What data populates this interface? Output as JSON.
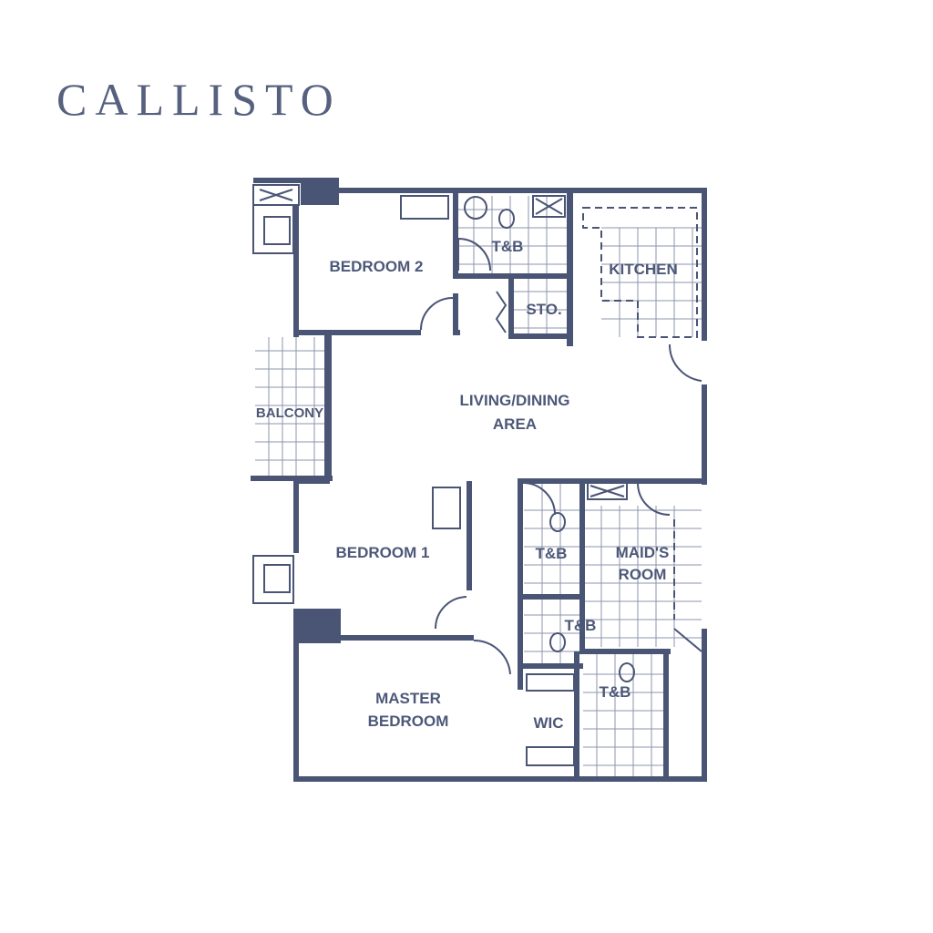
{
  "brand": {
    "logo": "CALLISTO"
  },
  "floor_plan": {
    "rooms": {
      "bedroom_2": "BEDROOM 2",
      "tb_1": "T&B",
      "sto": "STO.",
      "kitchen": "KITCHEN",
      "living_1": "LIVING/DINING",
      "living_2": "AREA",
      "balcony": "BALCONY",
      "bedroom_1": "BEDROOM 1",
      "tb_2": "T&B",
      "maids_1": "MAID'S",
      "maids_2": "ROOM",
      "tb_3": "T&B",
      "tb_4": "T&B",
      "master_1": "MASTER",
      "master_2": "BEDROOM",
      "wic": "WIC"
    },
    "color": "#4a5575"
  }
}
